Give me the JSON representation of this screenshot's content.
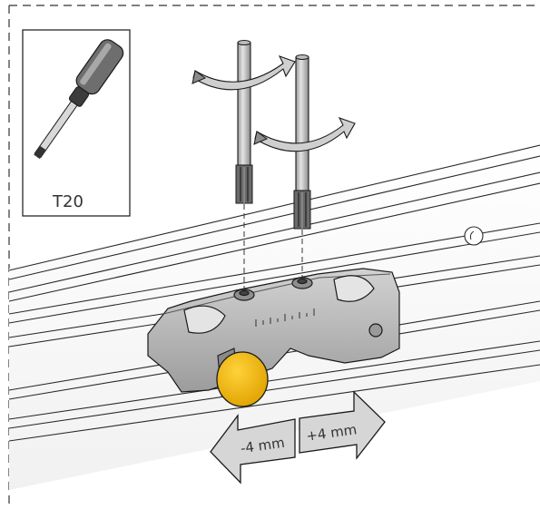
{
  "tool": {
    "label": "T20",
    "icon": "screwdriver-icon"
  },
  "adjustment": {
    "minus_label": "-4 mm",
    "plus_label": "+4 mm"
  },
  "colors": {
    "knob": "#f2b500",
    "part": "#b8b8b8",
    "arrow": "#d6d6d6",
    "line": "#1a1a1a"
  }
}
